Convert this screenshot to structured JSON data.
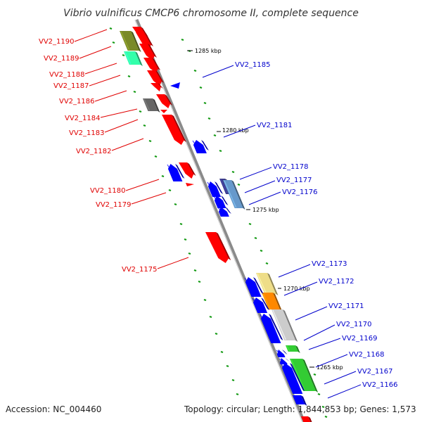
{
  "title": "Vibrio vulnificus CMCP6 chromosome II, complete sequence",
  "footer": {
    "accession": "Accession: NC_004460",
    "topology": "Topology: circular; Length: 1,844,853 bp; Genes: 1,573"
  },
  "kbp_labels": [
    "1285 kbp",
    "1280 kbp",
    "1275 kbp",
    "1270 kbp",
    "1265 kbp"
  ],
  "left_genes": [
    "VV2_1190",
    "VV2_1189",
    "VV2_1188",
    "VV2_1187",
    "VV2_1186",
    "VV2_1184",
    "VV2_1183",
    "VV2_1182",
    "VV2_1180",
    "VV2_1179",
    "VV2_1175"
  ],
  "right_genes": [
    "VV2_1185",
    "VV2_1181",
    "VV2_1178",
    "VV2_1177",
    "VV2_1176",
    "VV2_1173",
    "VV2_1172",
    "VV2_1171",
    "VV2_1170",
    "VV2_1169",
    "VV2_1168",
    "VV2_1167",
    "VV2_1166"
  ],
  "colors": {
    "forward": "#ff0000",
    "reverse": "#0000ff",
    "backbone": "#888888",
    "gc_tick": "#119911",
    "olive": "#7a8a28",
    "aqua": "#33ffaa",
    "gray": "#666666",
    "navy": "#3a3a8a",
    "steelblue": "#6699cc",
    "khaki": "#eedd88",
    "orange": "#ff8800",
    "silver": "#cccccc",
    "green": "#33cc33"
  }
}
